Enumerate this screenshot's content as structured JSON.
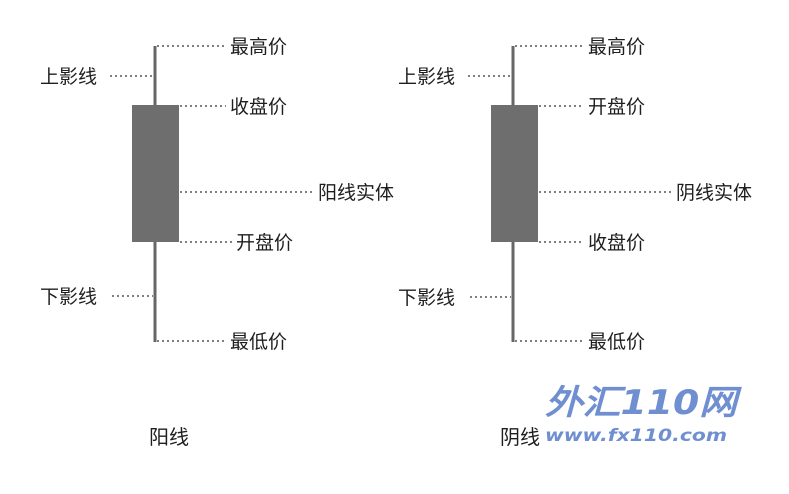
{
  "yang": {
    "title": "阳线",
    "high": "最高价",
    "upper_shadow": "上影线",
    "close": "收盘价",
    "body": "阳线实体",
    "open": "开盘价",
    "lower_shadow": "下影线",
    "low": "最低价"
  },
  "yin": {
    "title": "阴线",
    "high": "最高价",
    "upper_shadow": "上影线",
    "open": "开盘价",
    "body": "阴线实体",
    "close": "收盘价",
    "lower_shadow": "下影线",
    "low": "最低价"
  },
  "watermark": {
    "logo_text": "外汇110网",
    "url": "www.fx110.com"
  },
  "colors": {
    "candle_body": "#6e6e6e",
    "wick": "#666666",
    "watermark": "#6f8fd1"
  }
}
